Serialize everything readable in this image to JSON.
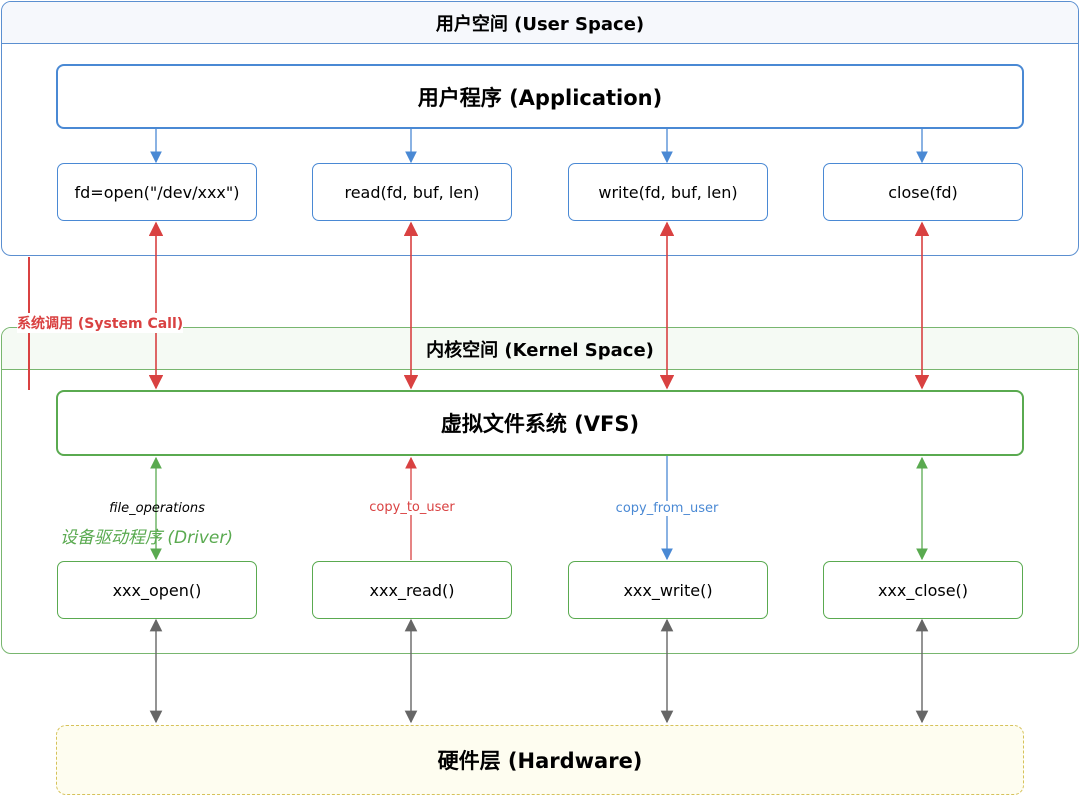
{
  "colors": {
    "user_border": "#4a89d4",
    "kernel_border": "#5aaa50",
    "syscall_red": "#d94141",
    "copy_to_red": "#d94141",
    "copy_from_blue": "#4a89d4",
    "hardware_border": "#d6c25a",
    "hardware_gray": "#666666"
  },
  "user_space": {
    "title": "用户空间 (User Space)",
    "application": "用户程序 (Application)",
    "calls": [
      "fd=open(\"/dev/xxx\")",
      "read(fd, buf, len)",
      "write(fd, buf, len)",
      "close(fd)"
    ]
  },
  "system_call_label": "系统调用 (System Call)",
  "kernel_space": {
    "title": "内核空间 (Kernel Space)",
    "vfs": "虚拟文件系统 (VFS)",
    "driver_label": "设备驱动程序 (Driver)",
    "flow_labels": [
      "file_operations",
      "copy_to_user",
      "copy_from_user"
    ],
    "driver_functions": [
      "xxx_open()",
      "xxx_read()",
      "xxx_write()",
      "xxx_close()"
    ]
  },
  "hardware": {
    "title": "硬件层 (Hardware)"
  }
}
